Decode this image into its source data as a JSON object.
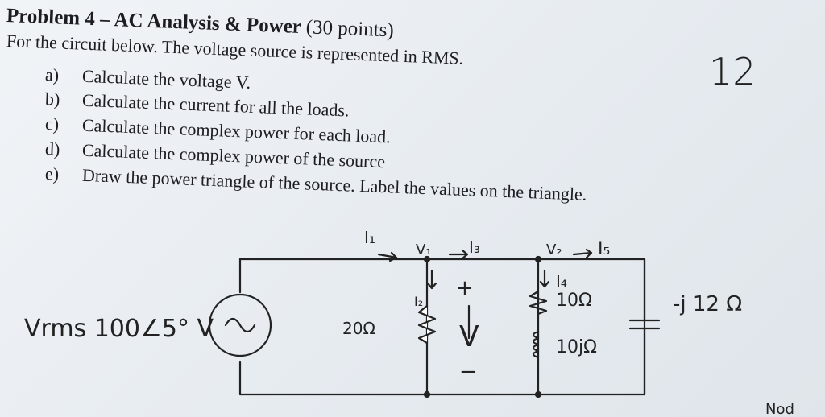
{
  "problem": {
    "title": "Problem 4 – AC Analysis & Power",
    "points": "(30 points)",
    "intro": "For the circuit below. The voltage source is represented in RMS.",
    "items": [
      {
        "label": "a)",
        "text": "Calculate the voltage V."
      },
      {
        "label": "b)",
        "text": "Calculate the current for all the loads."
      },
      {
        "label": "c)",
        "text": "Calculate the complex power for each load."
      },
      {
        "label": "d)",
        "text": "Calculate the complex power of the source"
      },
      {
        "label": "e)",
        "text": "Draw the power triangle of the source. Label the values on the triangle."
      }
    ]
  },
  "handwritten": {
    "score": "12",
    "source": "Vrms 100∠5° V",
    "r20": "20Ω",
    "r10": "10Ω",
    "l10": "10jΩ",
    "cap": "-j 12 Ω",
    "i1": "I₁",
    "i2": "I₂",
    "i3": "I₃",
    "i4": "I₄",
    "i5": "I₅",
    "v1": "V₁",
    "v2": "V₂",
    "plus": "+",
    "minus": "−",
    "vlabel": "V",
    "corner": "Nod"
  },
  "colors": {
    "ink": "#1c1c22",
    "paper": "#e9eef3"
  }
}
